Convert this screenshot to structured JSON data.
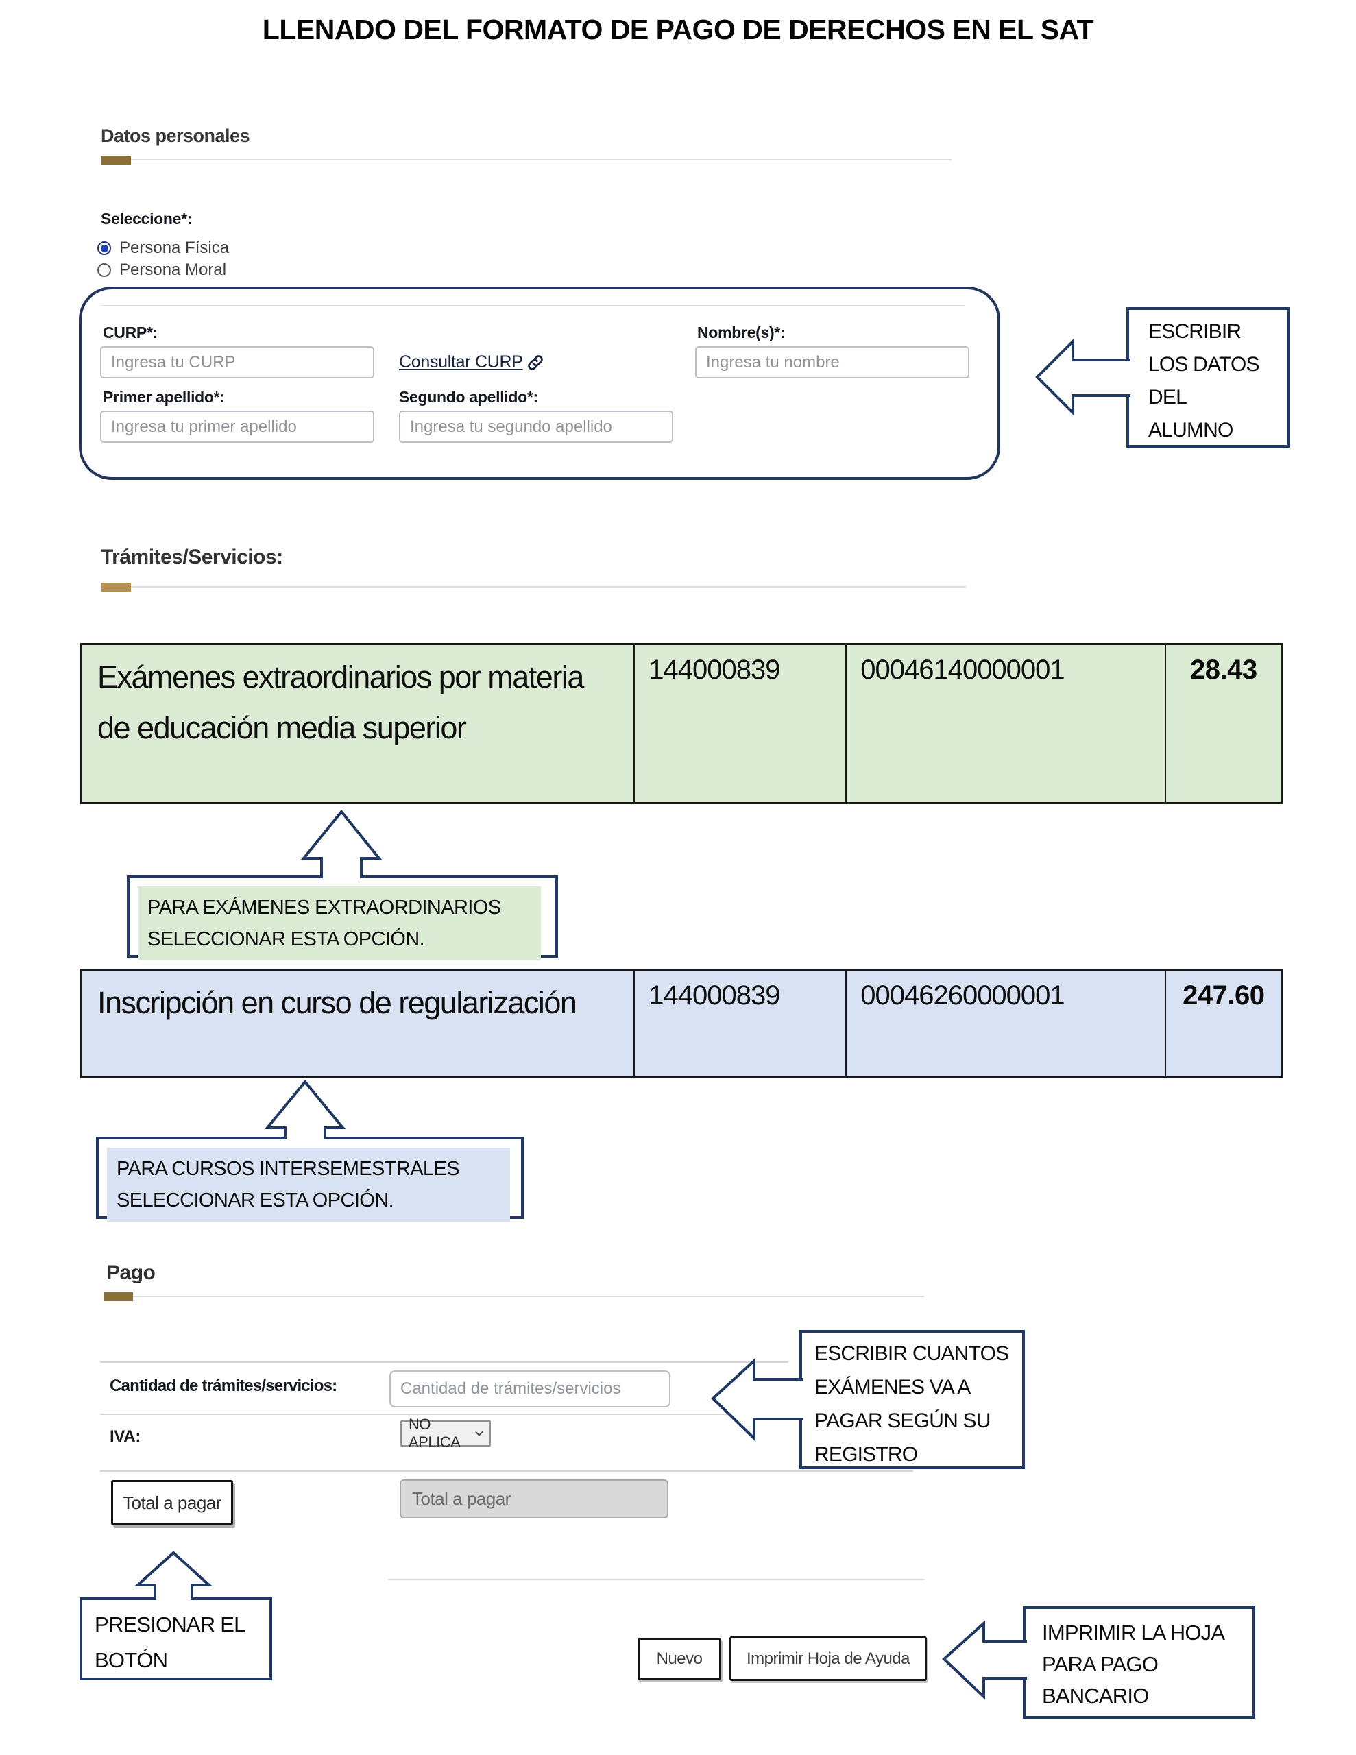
{
  "title": "LLENADO DEL FORMATO DE PAGO DE DERECHOS EN EL SAT",
  "datos": {
    "heading": "Datos personales",
    "seleccione_label": "Seleccione*:",
    "options": [
      {
        "label": "Persona Física",
        "selected": true
      },
      {
        "label": "Persona Moral",
        "selected": false
      }
    ],
    "curp_label": "CURP*:",
    "curp_placeholder": "Ingresa tu CURP",
    "consultar_link": "Consultar CURP",
    "nombre_label": "Nombre(s)*:",
    "nombre_placeholder": "Ingresa tu nombre",
    "primer_label": "Primer apellido*:",
    "primer_placeholder": "Ingresa tu primer apellido",
    "segundo_label": "Segundo apellido*:",
    "segundo_placeholder": "Ingresa tu segundo apellido"
  },
  "tramites": {
    "heading": "Trámites/Servicios:",
    "rows": [
      {
        "descripcion": "Exámenes extraordinarios por materia de educación media superior",
        "clave": "144000839",
        "referencia": "00046140000001",
        "importe": "28.43",
        "bg": "#dcebd4"
      },
      {
        "descripcion": "Inscripción en curso de regularización",
        "clave": "144000839",
        "referencia": "00046260000001",
        "importe": "247.60",
        "bg": "#d9e2f3"
      }
    ]
  },
  "pago": {
    "heading": "Pago",
    "cantidad_label": "Cantidad de trámites/servicios:",
    "cantidad_placeholder": "Cantidad de trámites/servicios",
    "iva_label": "IVA:",
    "iva_value": "NO APLICA",
    "total_button": "Total a pagar",
    "total_field": "Total a pagar",
    "nuevo_button": "Nuevo",
    "imprimir_button": "Imprimir Hoja de Ayuda"
  },
  "callouts": {
    "alumno": {
      "lines": [
        "ESCRIBIR",
        "LOS DATOS",
        "DEL",
        "ALUMNO"
      ]
    },
    "examenes": {
      "text": "PARA EXÁMENES EXTRAORDINARIOS SELECCIONAR ESTA OPCIÓN.",
      "highlight": "#dcebd4"
    },
    "cursos": {
      "text": "PARA CURSOS INTERSEMESTRALES SELECCIONAR ESTA OPCIÓN.",
      "highlight": "#d9e2f3"
    },
    "cantidad": {
      "lines": [
        "ESCRIBIR CUANTOS",
        "EXÁMENES VA A",
        "PAGAR SEGÚN SU",
        "REGISTRO"
      ]
    },
    "presionar": {
      "lines": [
        "PRESIONAR EL",
        "BOTÓN"
      ]
    },
    "imprimir": {
      "lines": [
        "IMPRIMIR LA HOJA",
        "PARA PAGO",
        "BANCARIO"
      ]
    }
  },
  "colors": {
    "navy": "#1f3864",
    "green_row": "#dcebd4",
    "blue_row": "#d9e2f3",
    "accent_brown": "#8a7036",
    "radio_selected": "#1f41ae"
  }
}
